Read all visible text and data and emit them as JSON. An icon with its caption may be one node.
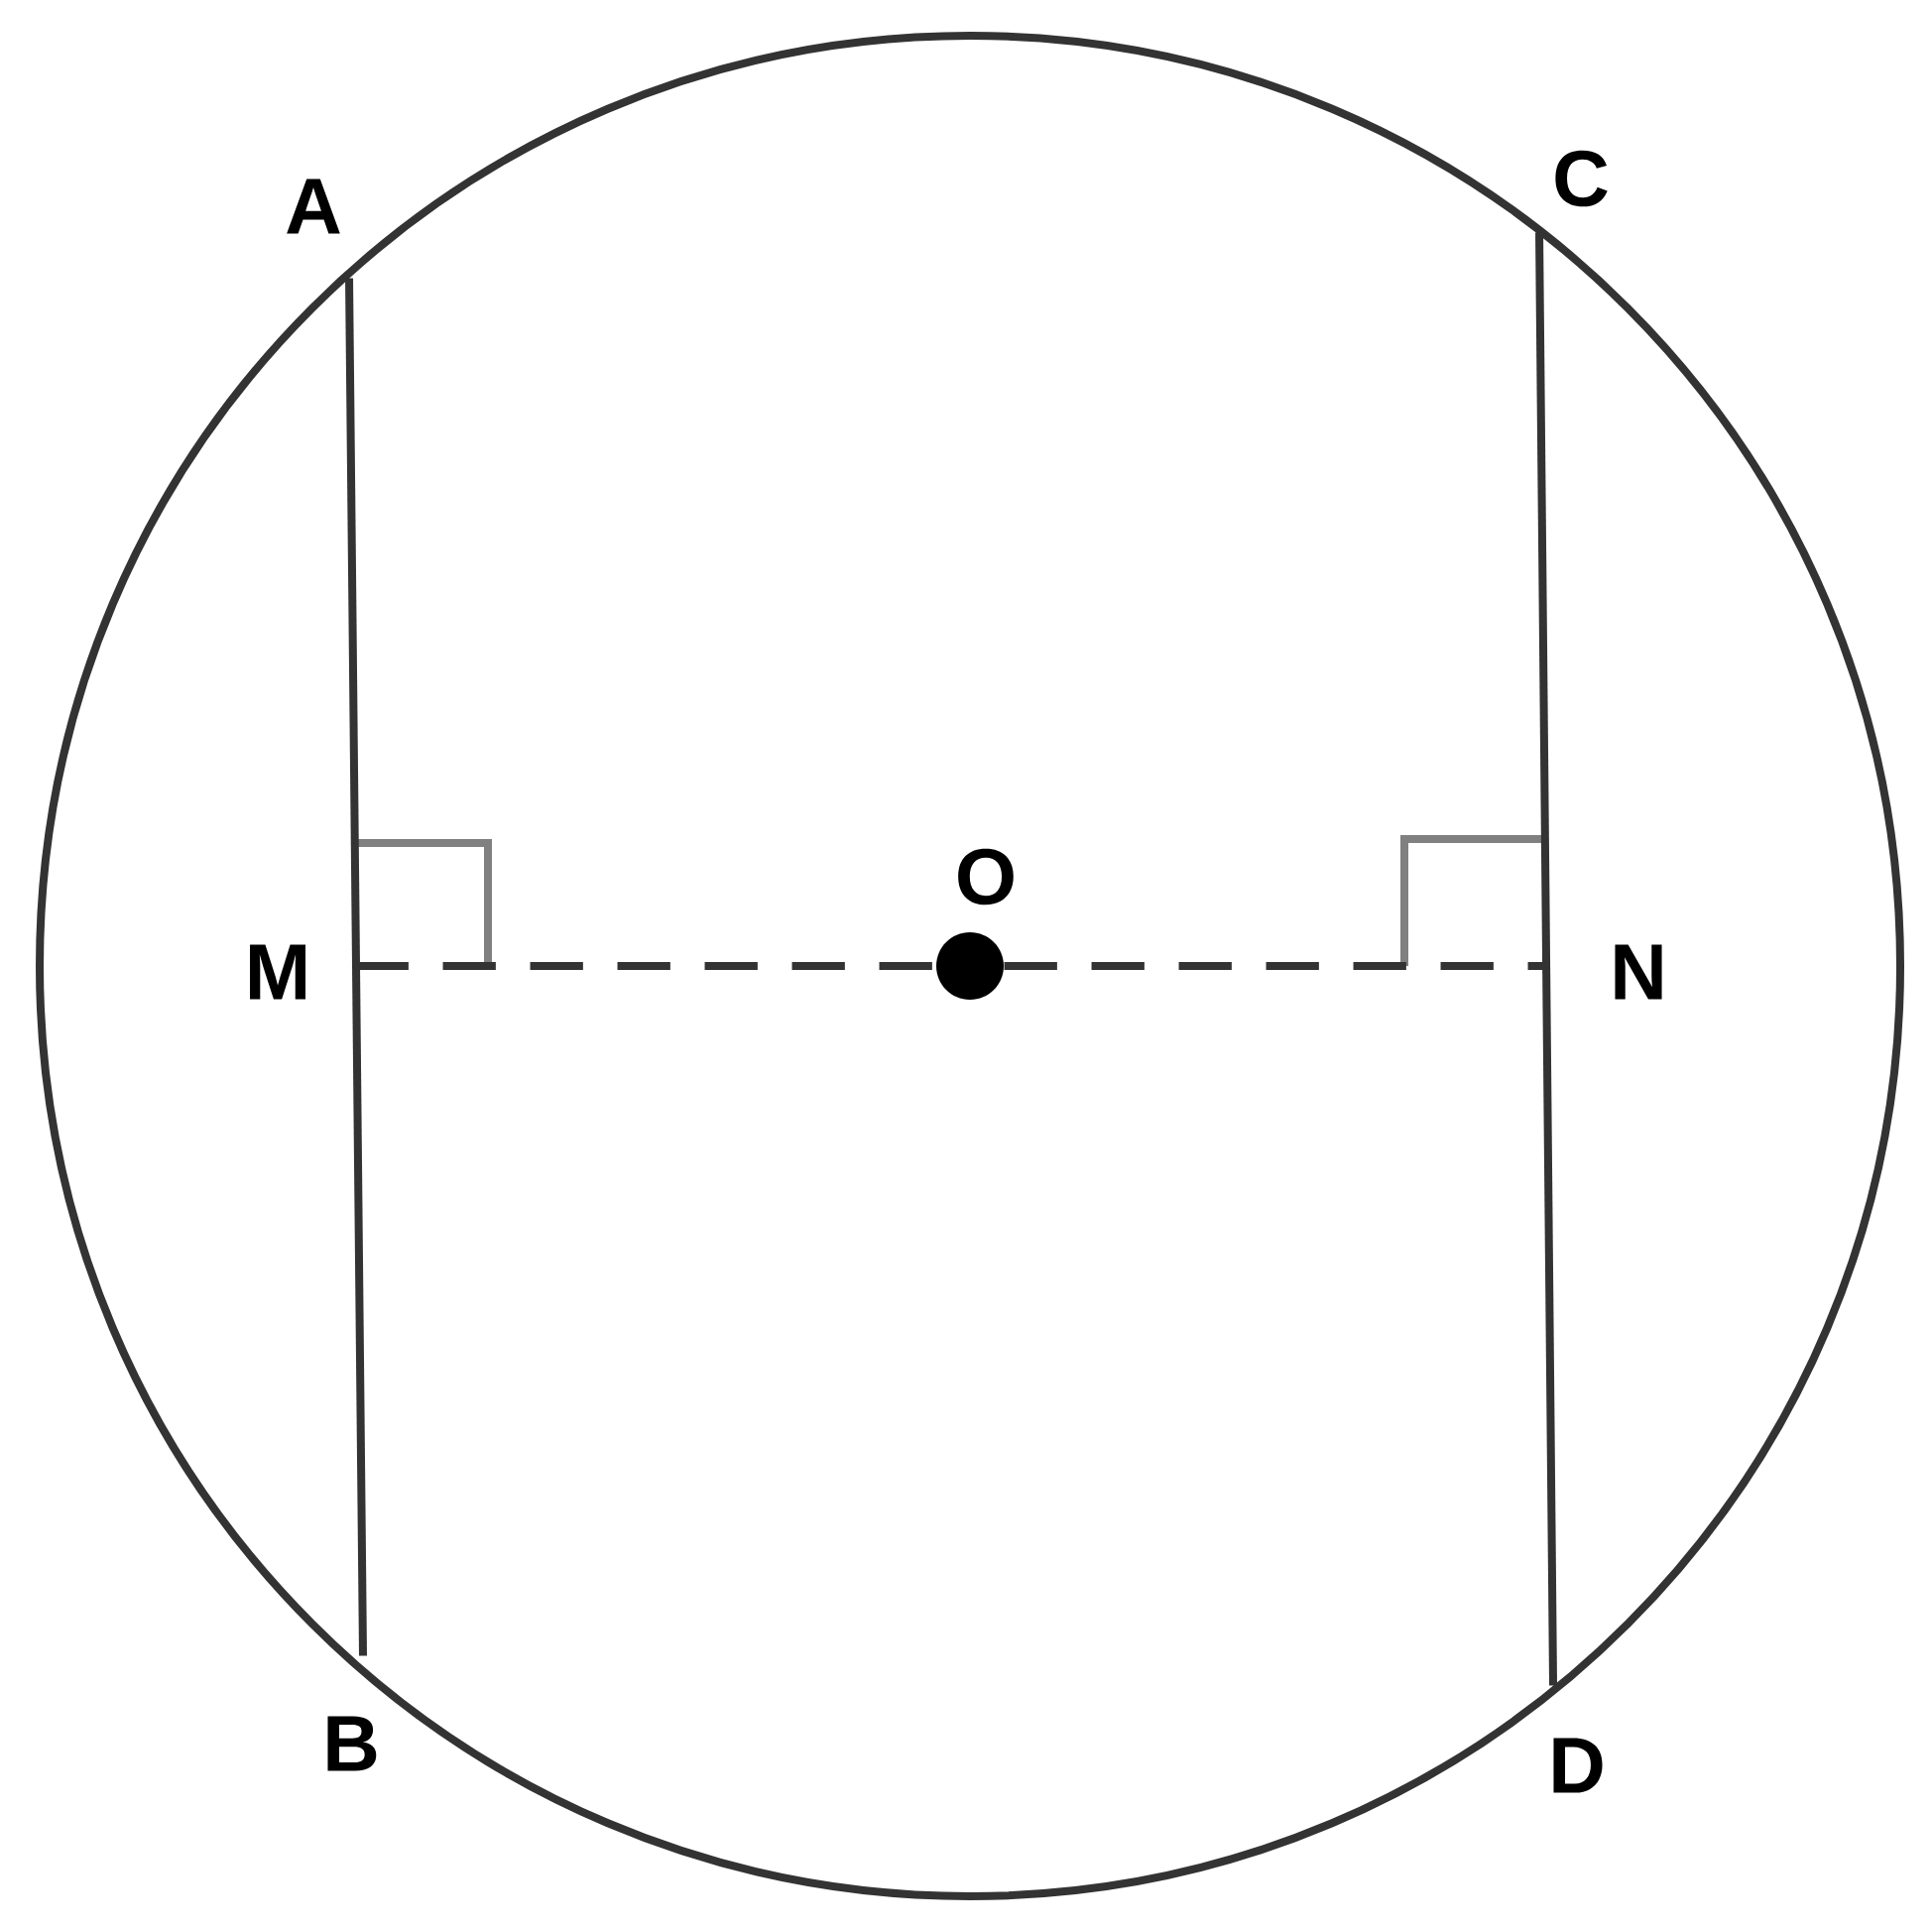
{
  "diagram": {
    "nodes": [
      {
        "text": [
          "A"
        ]
      },
      {
        "text": [
          "B"
        ]
      },
      {
        "text": [
          "C"
        ]
      },
      {
        "text": [
          "D"
        ]
      },
      {
        "text": [
          "M"
        ]
      },
      {
        "text": [
          "O"
        ]
      },
      {
        "text": [
          "N"
        ]
      }
    ],
    "edges": [
      {
        "from": 0,
        "to": 1,
        "arrow": "none"
      },
      {
        "from": 2,
        "to": 3,
        "arrow": "none"
      },
      {
        "from": 4,
        "to": 5,
        "arrow": "none",
        "style": "dashed"
      },
      {
        "from": 5,
        "to": 6,
        "arrow": "none",
        "style": "dashed"
      }
    ]
  }
}
